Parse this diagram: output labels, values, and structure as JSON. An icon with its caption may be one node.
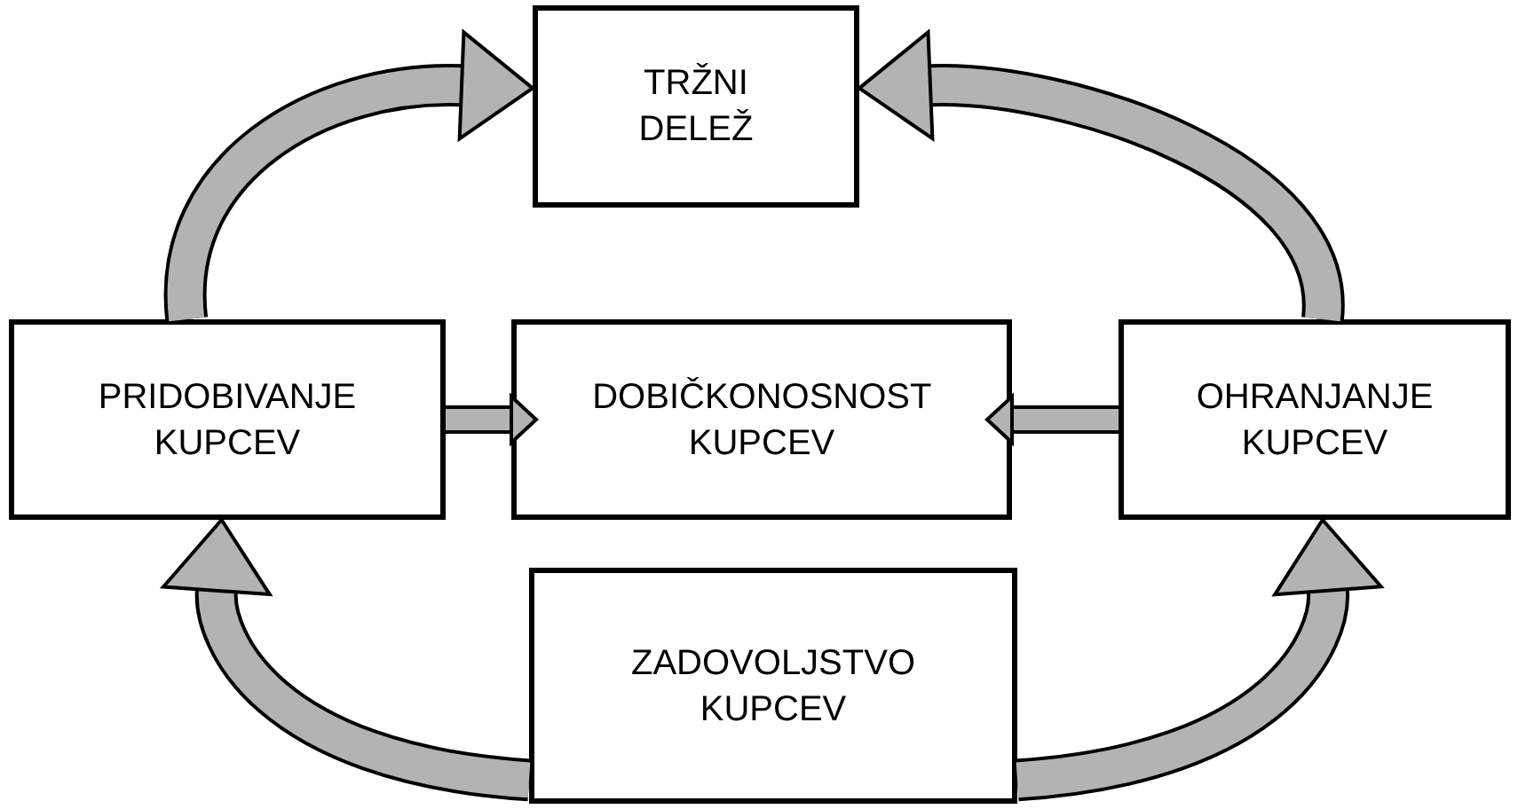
{
  "diagram": {
    "nodes": [
      {
        "text": [
          "TRŽNI DELEŽ"
        ]
      },
      {
        "text": [
          "PRIDOBIVANJE KUPCEV"
        ]
      },
      {
        "text": [
          "DOBIČKONOSNOST KUPCEV"
        ]
      },
      {
        "text": [
          "OHRANJANJE KUPCEV"
        ]
      },
      {
        "text": [
          "ZADOVOLJSTVO KUPCEV"
        ]
      }
    ],
    "edges": [
      {
        "from": 1,
        "to": 0,
        "arrow": "to"
      },
      {
        "from": 3,
        "to": 0,
        "arrow": "to"
      },
      {
        "from": 1,
        "to": 2,
        "arrow": "to"
      },
      {
        "from": 3,
        "to": 2,
        "arrow": "to"
      },
      {
        "from": 4,
        "to": 1,
        "arrow": "to"
      },
      {
        "from": 4,
        "to": 3,
        "arrow": "to"
      }
    ]
  }
}
